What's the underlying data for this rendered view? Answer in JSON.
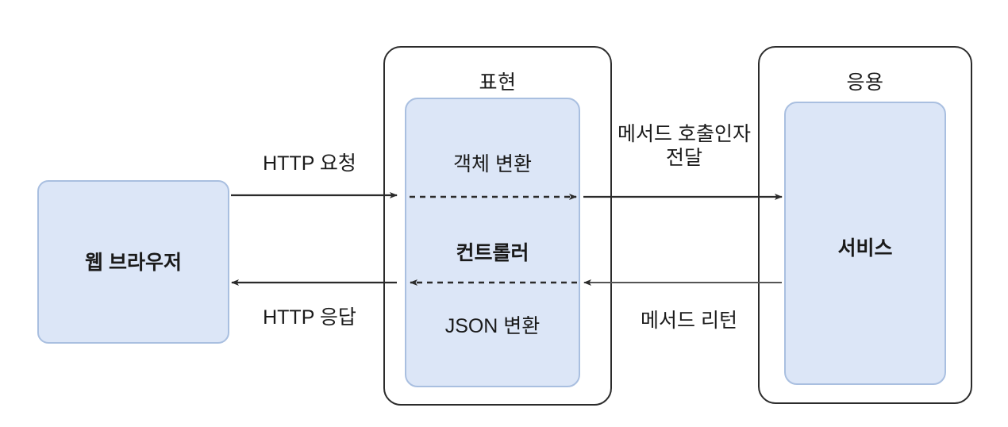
{
  "diagram": {
    "title_hidden": "",
    "colors": {
      "box_fill": "#dce6f7",
      "box_border": "#a9bfe0",
      "container_border": "#2b2b2b",
      "line": "#333333",
      "background": "#ffffff"
    },
    "nodes": {
      "browser": {
        "label": "웹 브라우저"
      },
      "presentation_layer": {
        "title": "표현"
      },
      "controller": {
        "top_label": "객체 변환",
        "center_label": "컨트롤러",
        "bottom_label": "JSON 변환"
      },
      "application_layer": {
        "title": "응용"
      },
      "service": {
        "label": "서비스"
      }
    },
    "edges": {
      "http_request": {
        "label": "HTTP 요청"
      },
      "http_response": {
        "label": "HTTP 응답"
      },
      "method_call": {
        "label": "메서드 호출인자\n전달"
      },
      "method_return": {
        "label": "메서드 리턴"
      },
      "object_convert": {
        "label": ""
      },
      "json_convert": {
        "label": ""
      }
    }
  }
}
